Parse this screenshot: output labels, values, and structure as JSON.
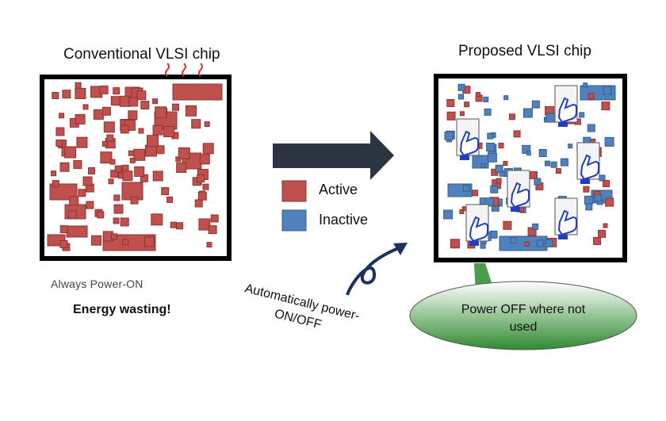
{
  "left_chip": {
    "title": "Conventional VLSI chip",
    "status_text": "Always Power-ON",
    "note": "Energy wasting!"
  },
  "right_chip": {
    "title": "Proposed VLSI chip"
  },
  "legend": {
    "active_label": "Active",
    "inactive_label": "Inactive",
    "active_color": "#c0504d",
    "inactive_color": "#4f81bd"
  },
  "transition_label": "Automatically power-ON/OFF",
  "callout": {
    "text": "Power OFF where not used",
    "fill_top": "#ffffff",
    "fill_bottom": "#3a8f3a"
  },
  "colors": {
    "chip_border": "#000000",
    "arrow": "#2b3440",
    "heat_marks": "#e8352b",
    "hand": "#1f3fbf"
  }
}
